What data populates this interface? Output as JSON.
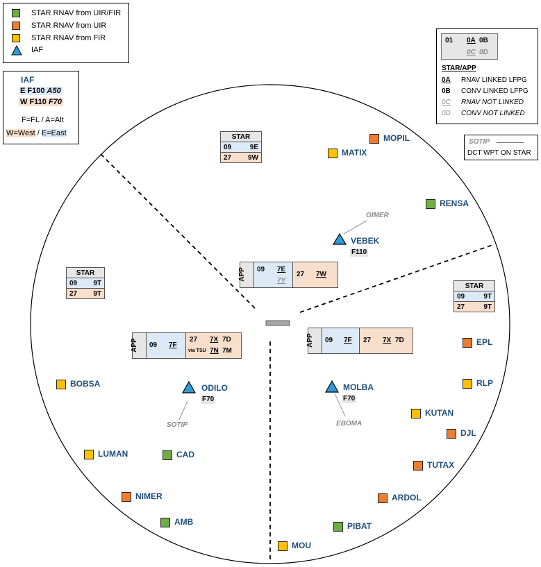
{
  "legend": {
    "items": [
      {
        "label": "STAR RNAV from UIR/FIR",
        "color": "#70ad47"
      },
      {
        "label": "STAR RNAV from UIR",
        "color": "#ed7d31"
      },
      {
        "label": "STAR RNAV from FIR",
        "color": "#ffc000"
      },
      {
        "label": "IAF",
        "color": "#2e9bd6"
      }
    ]
  },
  "iaf_box": {
    "title": "IAF",
    "east_line": {
      "prefix": "E",
      "fl": "F100",
      "alt": "A50"
    },
    "west_line": {
      "prefix": "W",
      "fl": "F110",
      "alt": "F70"
    },
    "fl_note": "F=FL / A=Alt",
    "west_note": "W=West",
    "sep": "/",
    "east_note": "E=East"
  },
  "code_legend": {
    "num": "01",
    "a": "0A",
    "b": "0B",
    "c": "0C",
    "d": "0D",
    "header": "STAR/APP",
    "rows": [
      {
        "code": "0A",
        "desc": "RNAV LINKED LFPG"
      },
      {
        "code": "0B",
        "desc": "CONV LINKED LFPG"
      },
      {
        "code": "0C",
        "desc": "RNAV NOT LINKED"
      },
      {
        "code": "0D",
        "desc": "CONV NOT LINKED"
      }
    ]
  },
  "sotip_legend": {
    "name": "SOTIP",
    "desc": "DCT WPT ON STAR"
  },
  "star_tables": {
    "north": {
      "title": "STAR",
      "r1": [
        "09",
        "9E"
      ],
      "r2": [
        "27",
        "9W"
      ]
    },
    "west": {
      "title": "STAR",
      "r1": [
        "09",
        "9T"
      ],
      "r2": [
        "27",
        "9T"
      ]
    },
    "east": {
      "title": "STAR",
      "r1": [
        "09",
        "9T"
      ],
      "r2": [
        "27",
        "9T"
      ]
    }
  },
  "app_tables": {
    "north": {
      "label": "APP",
      "rwy09": "09",
      "c1": "7E",
      "c2": "7Y",
      "rwy27": "27",
      "c3": "7W"
    },
    "west": {
      "label": "APP",
      "rwy09": "09",
      "c1": "7F",
      "rwy27": "27",
      "c2": "7X",
      "c3": "7D",
      "via": "via TSU",
      "c4": "7N",
      "c5": "7M"
    },
    "east": {
      "label": "APP",
      "rwy09": "09",
      "c1": "7F",
      "rwy27": "27",
      "c2": "7X",
      "c3": "7D"
    }
  },
  "iafs": [
    {
      "name": "VEBEK",
      "fl": "F110",
      "dct": "GIMER"
    },
    {
      "name": "ODILO",
      "fl": "F70",
      "dct": "SOTIP"
    },
    {
      "name": "MOLBA",
      "fl": "F70",
      "dct": "EBOMA"
    }
  ],
  "waypoints": [
    {
      "name": "MOPIL",
      "color": "#ed7d31"
    },
    {
      "name": "MATIX",
      "color": "#ffc000"
    },
    {
      "name": "RENSA",
      "color": "#70ad47"
    },
    {
      "name": "EPL",
      "color": "#ed7d31"
    },
    {
      "name": "RLP",
      "color": "#ffc000"
    },
    {
      "name": "KUTAN",
      "color": "#ffc000"
    },
    {
      "name": "DJL",
      "color": "#ed7d31"
    },
    {
      "name": "TUTAX",
      "color": "#ed7d31"
    },
    {
      "name": "ARDOL",
      "color": "#ed7d31"
    },
    {
      "name": "PIBAT",
      "color": "#70ad47"
    },
    {
      "name": "MOU",
      "color": "#ffc000"
    },
    {
      "name": "AMB",
      "color": "#70ad47"
    },
    {
      "name": "NIMER",
      "color": "#ed7d31"
    },
    {
      "name": "LUMAN",
      "color": "#ffc000"
    },
    {
      "name": "CAD",
      "color": "#70ad47"
    },
    {
      "name": "BOBSA",
      "color": "#ffc000"
    }
  ]
}
